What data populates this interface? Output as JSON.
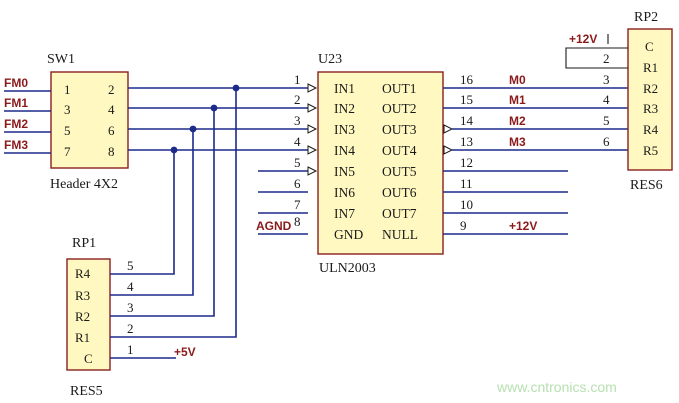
{
  "sw1": {
    "ref": "SW1",
    "type": "Header 4X2",
    "left_pins": [
      "1",
      "3",
      "5",
      "7"
    ],
    "right_pins": [
      "2",
      "4",
      "6",
      "8"
    ]
  },
  "fm_nets": [
    "FM0",
    "FM1",
    "FM2",
    "FM3"
  ],
  "u23": {
    "ref": "U23",
    "type": "ULN2003",
    "inputs": [
      "IN1",
      "IN2",
      "IN3",
      "IN4",
      "IN5",
      "IN6",
      "IN7",
      "GND"
    ],
    "outputs": [
      "OUT1",
      "OUT2",
      "OUT3",
      "OUT4",
      "OUT5",
      "OUT6",
      "OUT7",
      "NULL"
    ],
    "in_pin_nums": [
      "1",
      "2",
      "3",
      "4",
      "5",
      "6",
      "7",
      "8"
    ],
    "out_pin_nums": [
      "16",
      "15",
      "14",
      "13",
      "12",
      "11",
      "10",
      "9"
    ]
  },
  "agnd": "AGND",
  "m_nets": [
    "M0",
    "M1",
    "M2",
    "M3"
  ],
  "v12_right": "+12V",
  "rp2": {
    "ref": "RP2",
    "type": "RES6",
    "labels": [
      "C",
      "R1",
      "R2",
      "R3",
      "R4",
      "R5"
    ],
    "pins": [
      "2",
      "3",
      "4",
      "5",
      "6"
    ],
    "supply": "+12V"
  },
  "rp1": {
    "ref": "RP1",
    "type": "RES5",
    "labels": [
      "R4",
      "R3",
      "R2",
      "R1",
      "C"
    ],
    "pins": [
      "5",
      "4",
      "3",
      "2",
      "1"
    ],
    "supply": "+5V"
  },
  "watermark": "www.cntronics.com",
  "colors": {
    "wire": "#1c2a8a",
    "net_label": "#8b1a1a",
    "part_fill": "#fff8c0",
    "part_border": "#8a1f1f",
    "watermark": "#b8e0b0"
  }
}
